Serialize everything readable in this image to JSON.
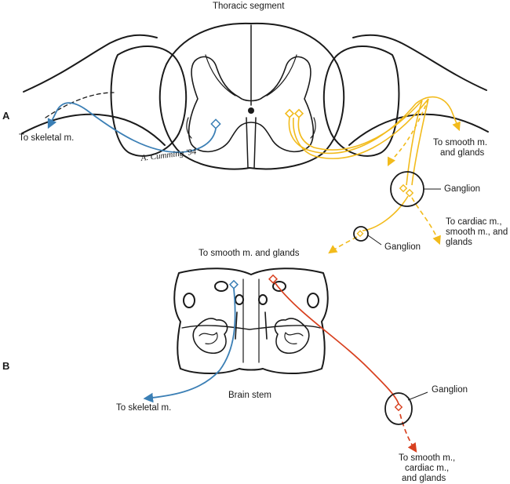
{
  "panel_a": {
    "letter": "A",
    "title": "Thoracic segment",
    "labels": {
      "skeletal": "To skeletal m.",
      "smooth_glands_1": "To smooth m.",
      "smooth_glands_2": "and glands",
      "ganglion_1": "Ganglion",
      "cardiac_1": "To cardiac m.,",
      "cardiac_2": "smooth m., and",
      "cardiac_3": "glands",
      "ganglion_2": "Ganglion"
    },
    "signature": "A. Cumming '94"
  },
  "panel_b": {
    "letter": "B",
    "title": "To smooth m. and glands",
    "caption": "Brain stem",
    "labels": {
      "skeletal": "To skeletal m.",
      "ganglion": "Ganglion",
      "smooth_1": "To smooth m.,",
      "smooth_2": "cardiac m.,",
      "smooth_3": "and glands"
    }
  },
  "colors": {
    "outline": "#1a1a1a",
    "somatic_blue": "#3b7fb5",
    "sympathetic_yellow": "#f2bb1c",
    "parasympathetic_red": "#d8401f"
  }
}
